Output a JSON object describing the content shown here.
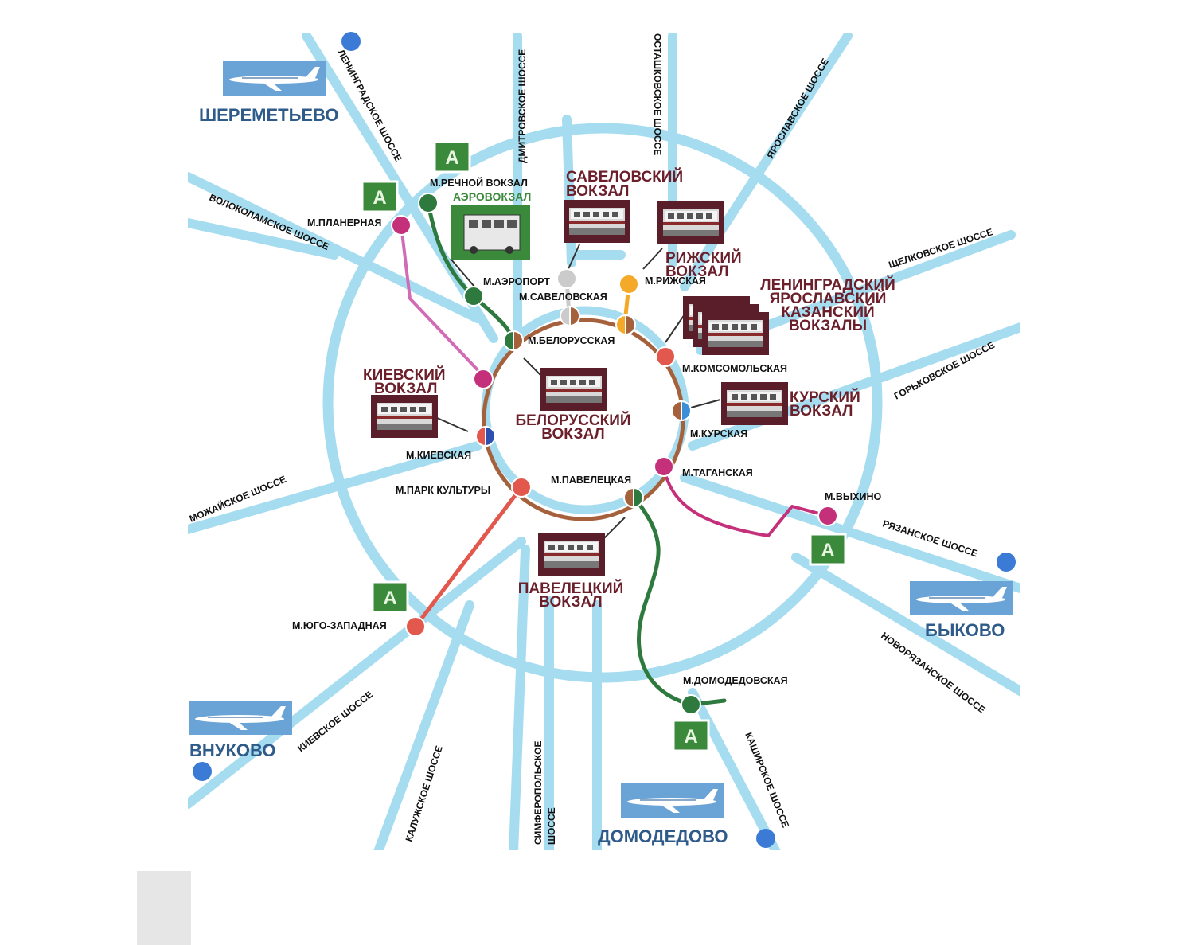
{
  "colors": {
    "road": "#a6dcef",
    "metro_green": "#2e7a3e",
    "metro_magenta": "#c4317a",
    "metro_pink_line": "#d26bb6",
    "metro_red": "#e2584d",
    "metro_orange": "#f4a928",
    "metro_gray": "#cbcbcb",
    "ring_line": "#a5613c",
    "station_box": "#5a1d2a",
    "aerovokzal_box": "#3b8a3b",
    "airport_box": "#6aa3d6",
    "bus_badge": "#3b8a3b"
  },
  "highways": [
    "ЛЕНИНГРАДСКОЕ ШОССЕ",
    "ДМИТРОВСКОЕ ШОССЕ",
    "ОСТАШКОВСКОЕ ШОССЕ",
    "ЯРОСЛАВСКОЕ ШОССЕ",
    "ЩЕЛКОВСКОЕ ШОССЕ",
    "ГОРЬКОВСКОЕ ШОССЕ",
    "РЯЗАНСКОЕ ШОССЕ",
    "НОВОРЯЗАНСКОЕ ШОССЕ",
    "КАШИРСКОЕ ШОССЕ",
    "СИМФЕРОПОЛЬСКОЕ",
    "ШОССЕ",
    "КАЛУЖСКОЕ ШОССЕ",
    "КИЕВСКОЕ ШОССЕ",
    "МОЖАЙСКОЕ ШОССЕ",
    "ВОЛОКОЛАМСКОЕ ШОССЕ"
  ],
  "airports": [
    "ШЕРЕМЕТЬЕВО",
    "БЫКОВО",
    "ВНУКОВО",
    "ДОМОДЕДОВО"
  ],
  "stations": [
    "М.РЕЧНОЙ ВОКЗАЛ",
    "М.ПЛАНЕРНАЯ",
    "М.АЭРОПОРТ",
    "М.САВЕЛОВСКАЯ",
    "М.РИЖСКАЯ",
    "М.БЕЛОРУССКАЯ",
    "М.КОМСОМОЛЬСКАЯ",
    "М.КУРСКАЯ",
    "М.ТАГАНСКАЯ",
    "М.ПАВЕЛЕЦКАЯ",
    "М.ПАРК КУЛЬТУРЫ",
    "М.КИЕВСКАЯ",
    "М.ЮГО-ЗАПАДНАЯ",
    "М.ВЫХИНО",
    "М.ДОМОДЕДОВСКАЯ"
  ],
  "terminals": [
    "АЭРОВОКЗАЛ",
    "САВЕЛОВСКИЙ",
    "ВОКЗАЛ",
    "РИЖСКИЙ",
    "ВОКЗАЛ",
    "ЛЕНИНГРАДСКИЙ",
    "ЯРОСЛАВСКИЙ",
    "КАЗАНСКИЙ",
    "ВОКЗАЛЫ",
    "КИЕВСКИЙ",
    "ВОКЗАЛ",
    "БЕЛОРУССКИЙ",
    "ВОКЗАЛ",
    "КУРСКИЙ",
    "ВОКЗАЛ",
    "ПАВЕЛЕЦКИЙ",
    "ВОКЗАЛ"
  ],
  "bus_badge_label": "A"
}
